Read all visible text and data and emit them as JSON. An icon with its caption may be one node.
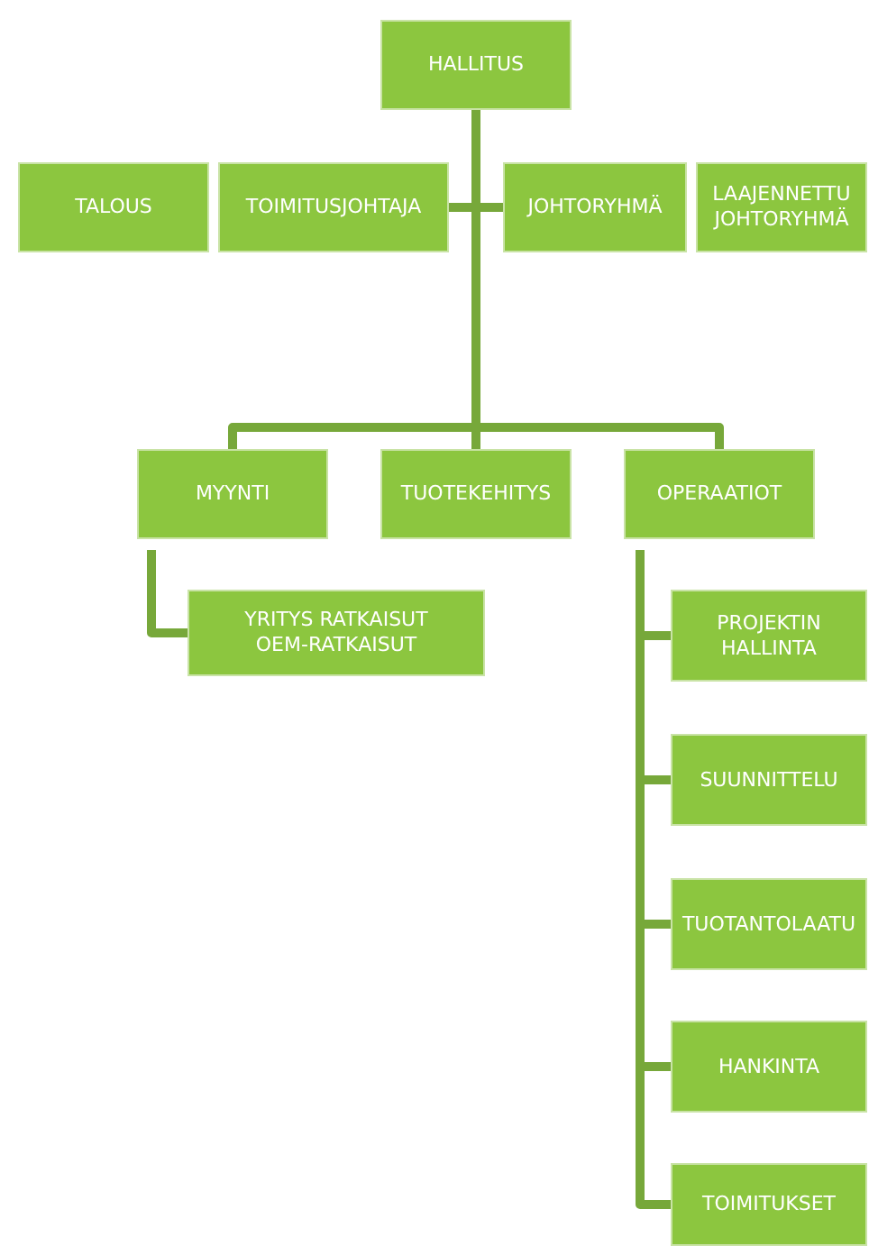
{
  "diagram": {
    "nodes": [
      {
        "text": [
          "HALLITUS"
        ]
      },
      {
        "text": [
          "TALOUS"
        ]
      },
      {
        "text": [
          "TOIMITUSJOHTAJA"
        ]
      },
      {
        "text": [
          "JOHTORYHMÄ"
        ]
      },
      {
        "text": [
          "LAAJENNETTU JOHTORYHMÄ"
        ]
      },
      {
        "text": [
          "MYYNTI"
        ]
      },
      {
        "text": [
          "TUOTEKEHITYS"
        ]
      },
      {
        "text": [
          "OPERAATIOT"
        ]
      },
      {
        "text": [
          "YRITYS RATKAISUT",
          "OEM-RATKAISUT"
        ]
      },
      {
        "text": [
          "PROJEKTIN HALLINTA"
        ]
      },
      {
        "text": [
          "SUUNNITTELU"
        ]
      },
      {
        "text": [
          "TUOTANTOLAATU"
        ]
      },
      {
        "text": [
          "HANKINTA"
        ]
      },
      {
        "text": [
          "TOIMITUKSET"
        ]
      }
    ],
    "edges": [
      {
        "from": 0,
        "to": 2,
        "arrow": "none"
      },
      {
        "from": 0,
        "to": 3,
        "arrow": "none"
      },
      {
        "from": 0,
        "to": 5,
        "arrow": "none"
      },
      {
        "from": 0,
        "to": 6,
        "arrow": "none"
      },
      {
        "from": 0,
        "to": 7,
        "arrow": "none"
      },
      {
        "from": 5,
        "to": 8,
        "arrow": "none"
      },
      {
        "from": 7,
        "to": 9,
        "arrow": "none"
      },
      {
        "from": 7,
        "to": 10,
        "arrow": "none"
      },
      {
        "from": 7,
        "to": 11,
        "arrow": "none"
      },
      {
        "from": 7,
        "to": 12,
        "arrow": "none"
      },
      {
        "from": 7,
        "to": 13,
        "arrow": "none"
      }
    ]
  }
}
